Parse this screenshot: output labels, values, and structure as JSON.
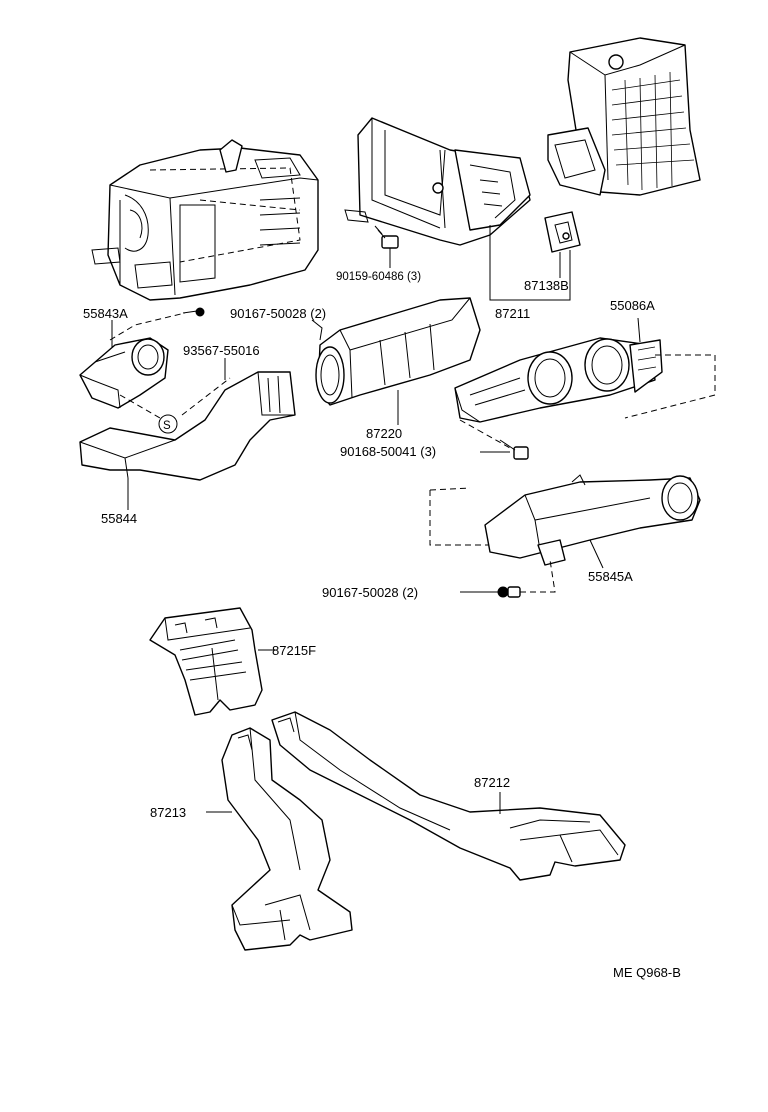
{
  "labels": {
    "p87138B": "87138B",
    "p87211": "87211",
    "p90159": "90159-60486 (3)",
    "p55843A": "55843A",
    "p90167_top": "90167-50028 (2)",
    "p93567": "93567-55016",
    "p55086A": "55086A",
    "p87220": "87220",
    "p90168": "90168-50041 (3)",
    "p55844": "55844",
    "p55845A": "55845A",
    "p90167_bottom": "90167-50028 (2)",
    "p87215F": "87215F",
    "p87212": "87212",
    "p87213": "87213",
    "symbol_s": "S"
  },
  "figure_code": "ME Q968-B",
  "icons": [
    "bolt-icon",
    "clip-icon"
  ]
}
